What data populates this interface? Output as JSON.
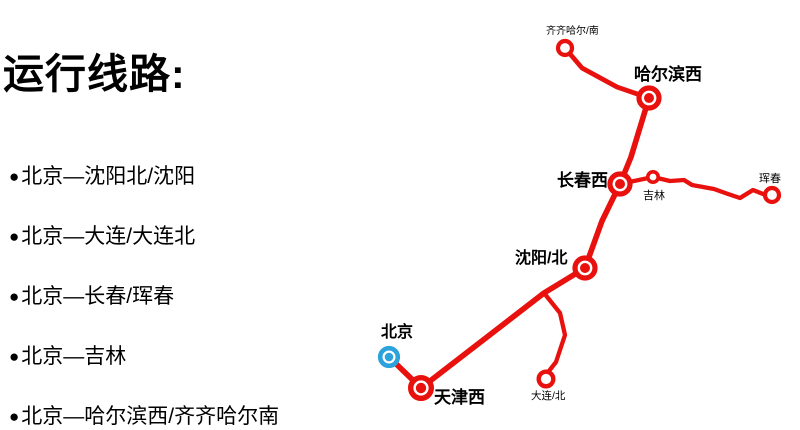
{
  "title": "运行线路:",
  "bullet": "●",
  "routes": [
    {
      "label": "北京—沈阳北/沈阳"
    },
    {
      "label": "北京—大连/大连北"
    },
    {
      "label": "北京—长春/珲春"
    },
    {
      "label": "北京—吉林"
    },
    {
      "label": "北京—哈尔滨西/齐齐哈尔南"
    }
  ],
  "map": {
    "stations": {
      "qiqihar_south": {
        "label": "齐齐哈尔/南"
      },
      "harbin_west": {
        "label": "哈尔滨西"
      },
      "changchun_west": {
        "label": "长春西"
      },
      "jilin": {
        "label": "吉林"
      },
      "hunchun": {
        "label": "珲春"
      },
      "shenyang_north": {
        "label": "沈阳/北"
      },
      "beijing": {
        "label": "北京"
      },
      "tianjin_west": {
        "label": "天津西"
      },
      "dalian_north": {
        "label": "大连/北"
      }
    },
    "colors": {
      "line": "#e8110d",
      "beijing_marker": "#2ba2dc",
      "label_text": "#000000"
    }
  }
}
